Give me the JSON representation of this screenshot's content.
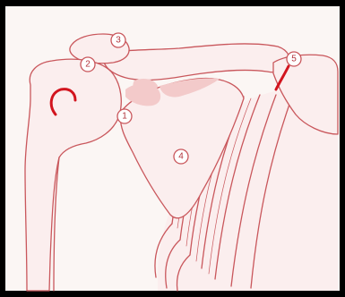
{
  "colors": {
    "frame": "#000000",
    "paper": "#fbf6f4",
    "bone_fill": "#fbeeee",
    "bone_shade": "#f3caca",
    "outline": "#c9575c",
    "accent_red": "#d2141e",
    "label_text": "#b2343c"
  },
  "markers": [
    "1",
    "2",
    "3",
    "4",
    "5"
  ]
}
